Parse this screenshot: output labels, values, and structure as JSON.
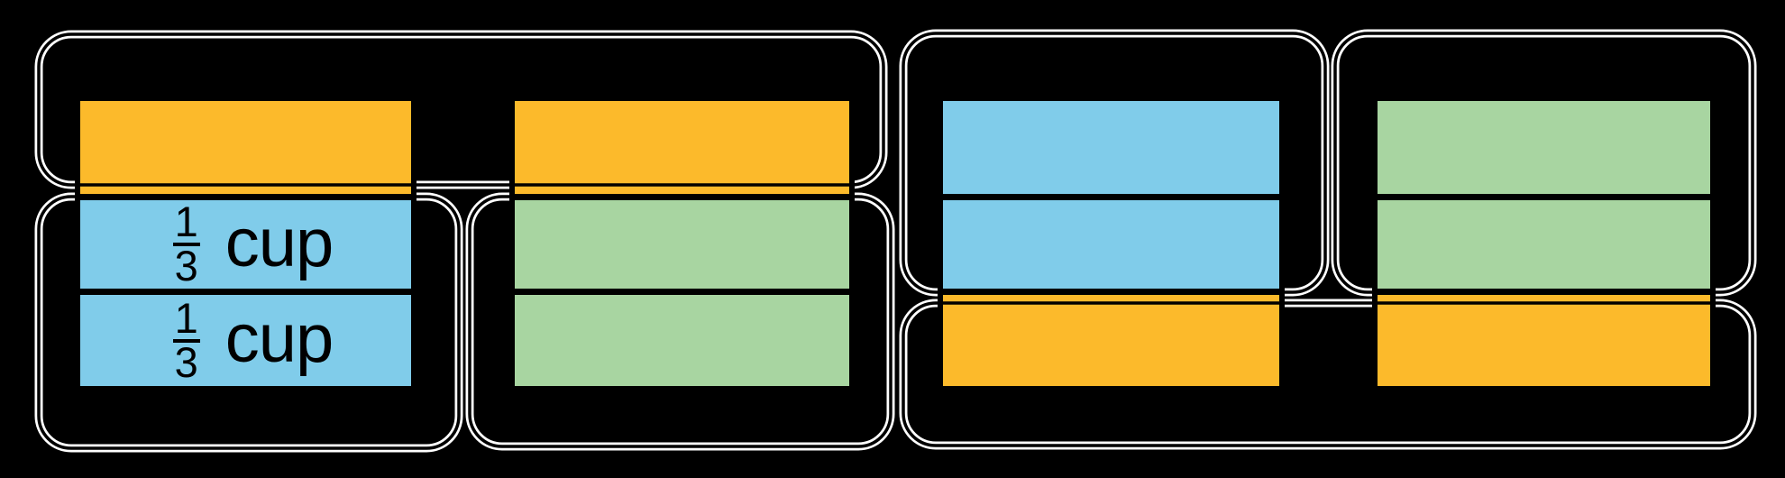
{
  "colors": {
    "background": "#000000",
    "orange": "#FCBA2B",
    "blue": "#80CCEA",
    "green": "#A8D5A1",
    "outline": "#000000",
    "outline_casing": "#FFFFFF",
    "label_text": "#000000"
  },
  "labels": {
    "third_cup": {
      "numerator": "1",
      "denominator": "3",
      "unit": "cup",
      "text": "1/3 cup"
    }
  },
  "stacks": [
    {
      "name": "stack-1",
      "sections": [
        {
          "color": "orange"
        },
        {
          "color": "blue",
          "label": "1/3 cup"
        },
        {
          "color": "blue",
          "label": "1/3 cup"
        }
      ]
    },
    {
      "name": "stack-2",
      "sections": [
        {
          "color": "orange"
        },
        {
          "color": "green"
        },
        {
          "color": "green"
        }
      ]
    },
    {
      "name": "stack-3",
      "sections": [
        {
          "color": "blue"
        },
        {
          "color": "blue"
        },
        {
          "color": "orange"
        }
      ]
    },
    {
      "name": "stack-4",
      "sections": [
        {
          "color": "green"
        },
        {
          "color": "green"
        },
        {
          "color": "orange"
        }
      ]
    }
  ],
  "groups": [
    {
      "id": "A",
      "contains": "orange top thirds of stacks 1 and 2"
    },
    {
      "id": "B",
      "contains": "two blue thirds of stack 1"
    },
    {
      "id": "C",
      "contains": "two green thirds of stack 2"
    },
    {
      "id": "D",
      "contains": "two blue thirds of stack 3"
    },
    {
      "id": "F",
      "contains": "two green thirds of stack 4"
    },
    {
      "id": "E",
      "contains": "orange bottom thirds of stacks 3 and 4"
    }
  ]
}
